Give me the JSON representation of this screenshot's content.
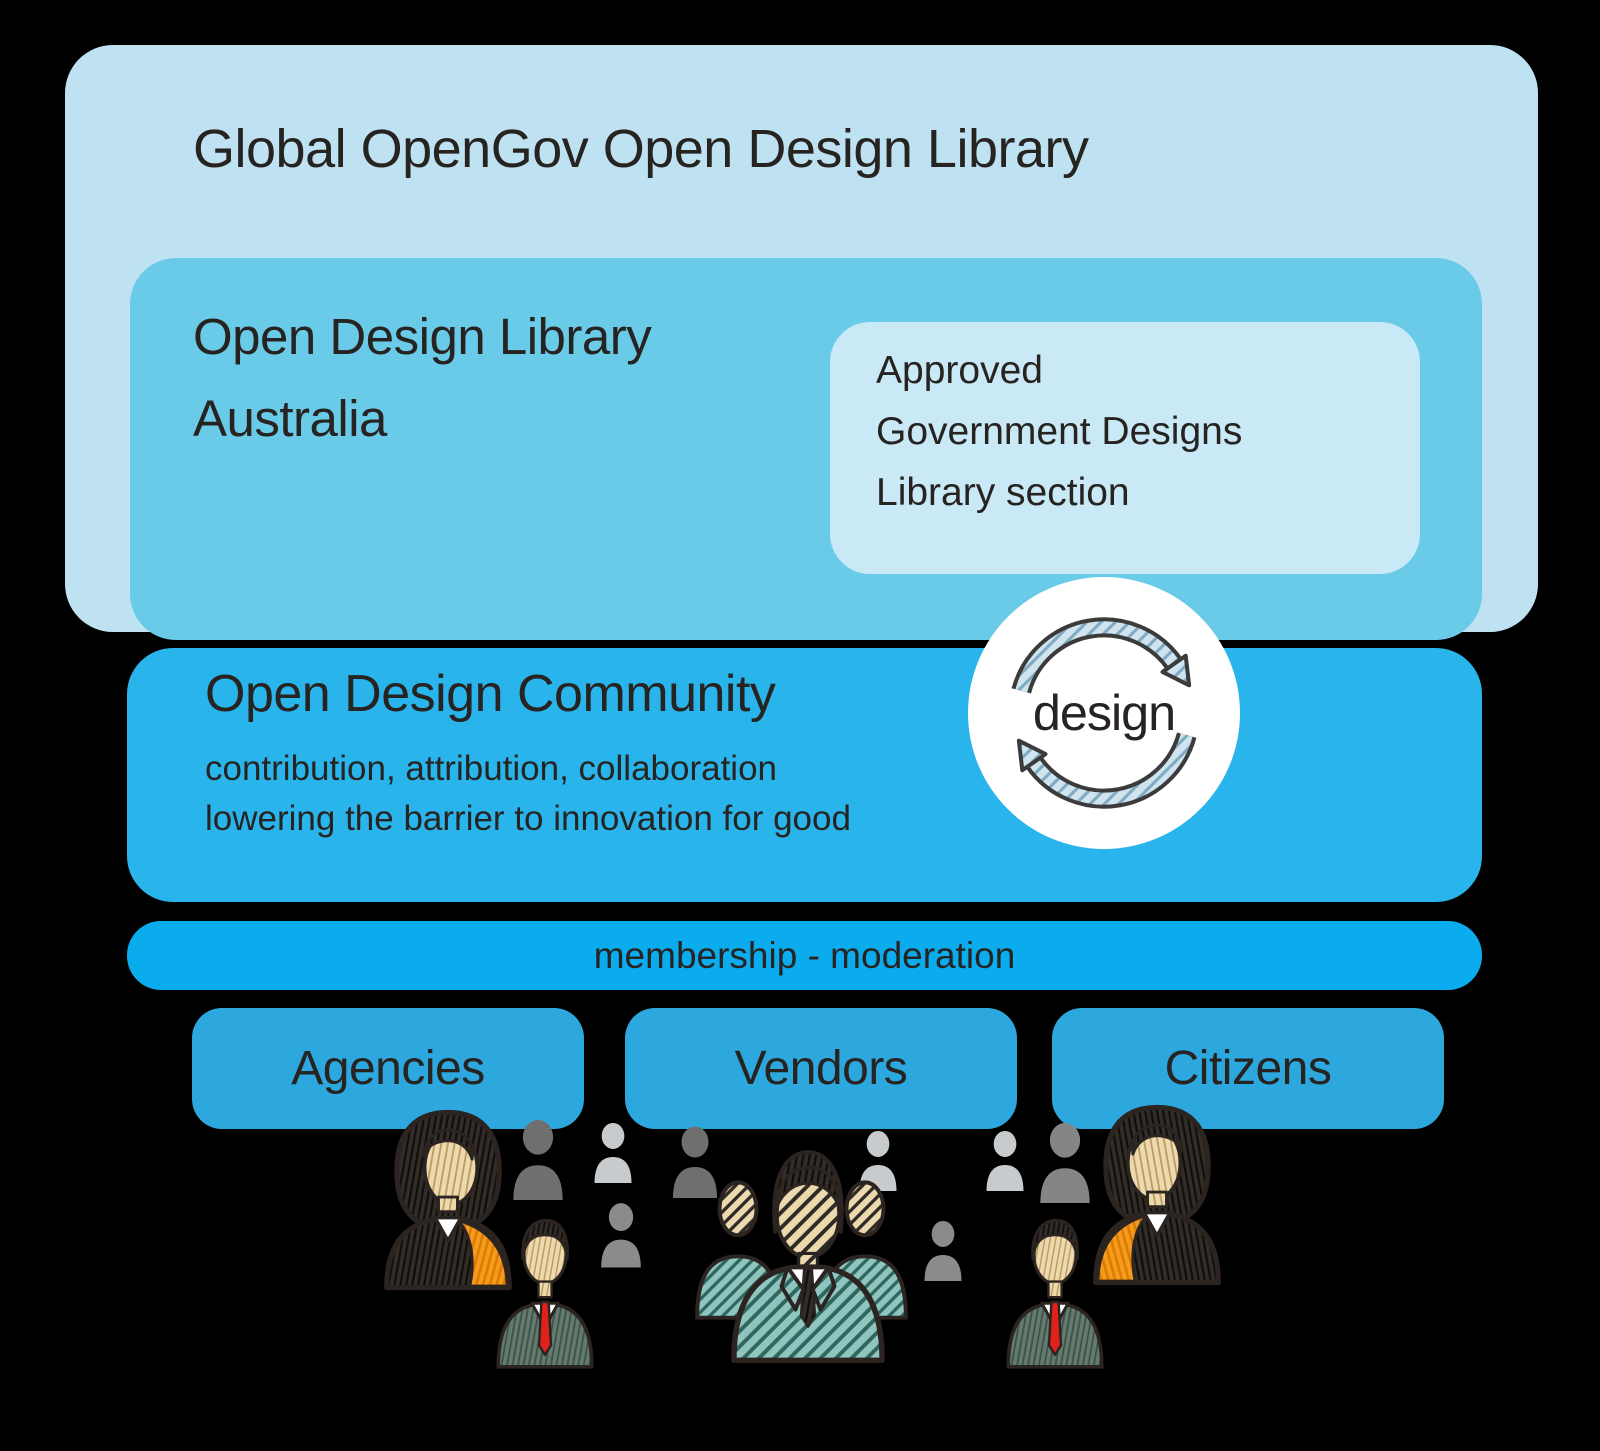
{
  "global_library": {
    "title": "Global OpenGov Open Design Library"
  },
  "australia_library": {
    "line1": "Open Design Library",
    "line2": "Australia"
  },
  "approved_section": {
    "line1": "Approved",
    "line2": "Government Designs",
    "line3": "Library section"
  },
  "community": {
    "title": "Open Design Community",
    "subtitle_line1": "contribution, attribution, collaboration",
    "subtitle_line2": "lowering the barrier to innovation for good"
  },
  "design_cycle": {
    "label": "design"
  },
  "membership_bar": {
    "label": "membership - moderation"
  },
  "actors": [
    {
      "label": "Agencies"
    },
    {
      "label": "Vendors"
    },
    {
      "label": "Citizens"
    }
  ],
  "colors": {
    "c-bg": "#000000",
    "c-outer": "#bfe2f2",
    "c-mid": "#6acbe9",
    "c-approved": "#c9e9f6",
    "c-community": "#29b5ec",
    "c-membership": "#0bacee",
    "c-actor": "#2da8de",
    "c-text": "#262321"
  }
}
